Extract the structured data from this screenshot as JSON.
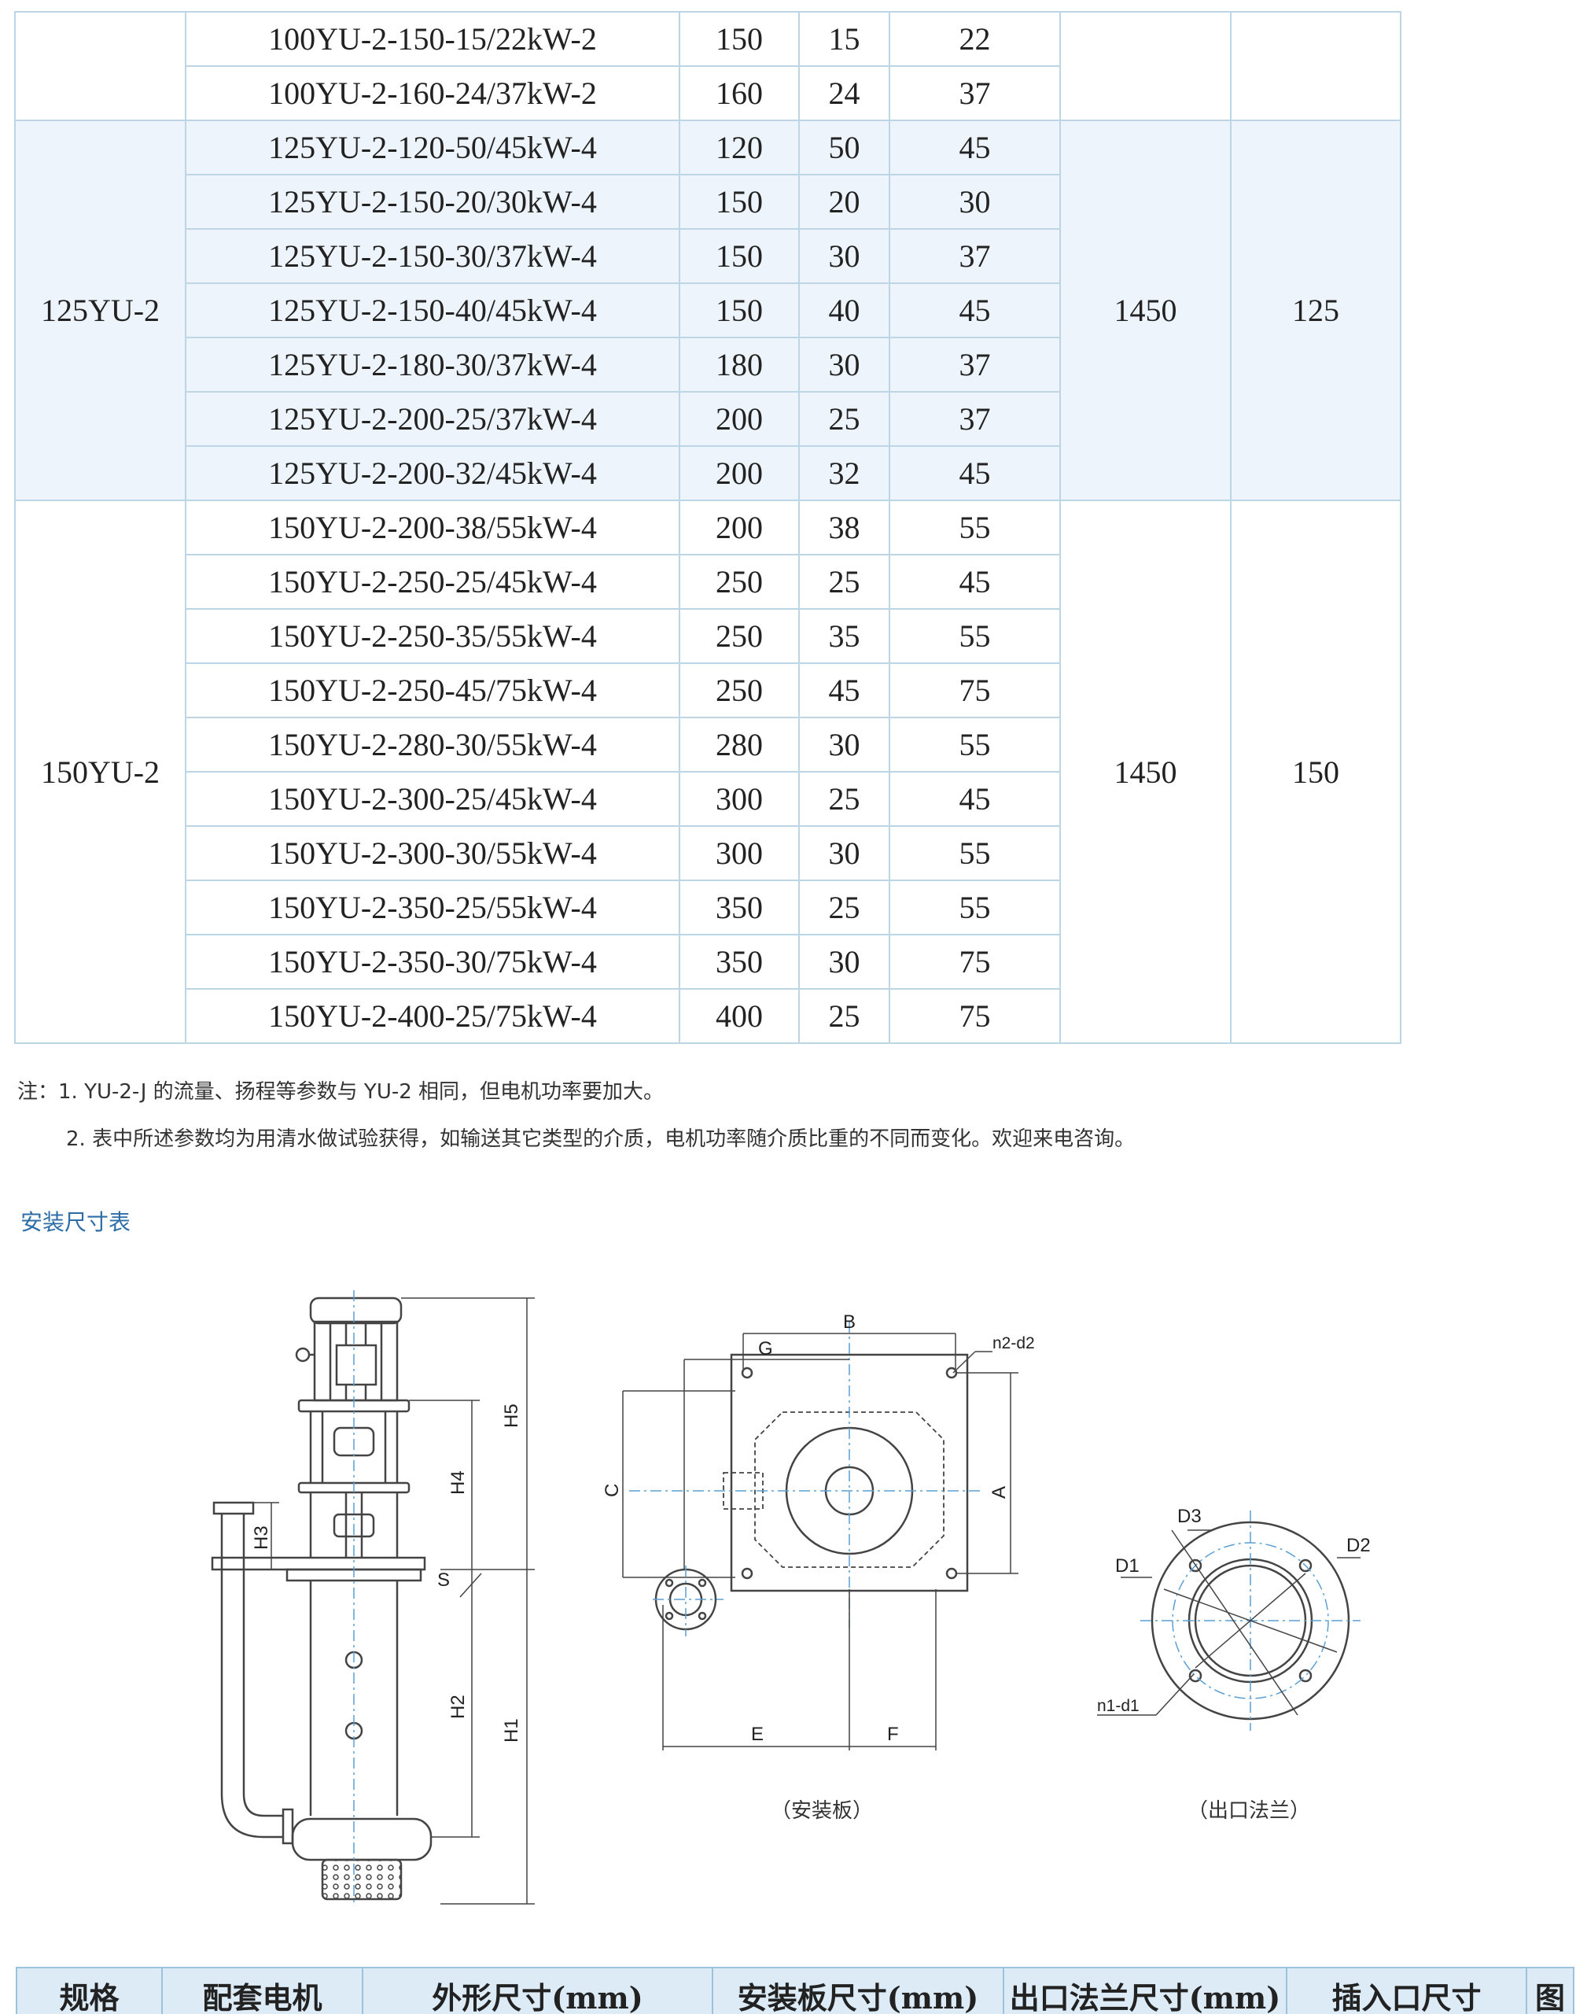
{
  "spec_table": {
    "groups": [
      {
        "name": "",
        "speed": "",
        "inlet": "",
        "shaded": false,
        "rows": [
          {
            "model": "100YU-2-150-15/22kW-2",
            "flow": "150",
            "head": "15",
            "power": "22"
          },
          {
            "model": "100YU-2-160-24/37kW-2",
            "flow": "160",
            "head": "24",
            "power": "37"
          }
        ]
      },
      {
        "name": "125YU-2",
        "speed": "1450",
        "inlet": "125",
        "shaded": true,
        "rows": [
          {
            "model": "125YU-2-120-50/45kW-4",
            "flow": "120",
            "head": "50",
            "power": "45"
          },
          {
            "model": "125YU-2-150-20/30kW-4",
            "flow": "150",
            "head": "20",
            "power": "30"
          },
          {
            "model": "125YU-2-150-30/37kW-4",
            "flow": "150",
            "head": "30",
            "power": "37"
          },
          {
            "model": "125YU-2-150-40/45kW-4",
            "flow": "150",
            "head": "40",
            "power": "45"
          },
          {
            "model": "125YU-2-180-30/37kW-4",
            "flow": "180",
            "head": "30",
            "power": "37"
          },
          {
            "model": "125YU-2-200-25/37kW-4",
            "flow": "200",
            "head": "25",
            "power": "37"
          },
          {
            "model": "125YU-2-200-32/45kW-4",
            "flow": "200",
            "head": "32",
            "power": "45"
          }
        ]
      },
      {
        "name": "150YU-2",
        "speed": "1450",
        "inlet": "150",
        "shaded": false,
        "rows": [
          {
            "model": "150YU-2-200-38/55kW-4",
            "flow": "200",
            "head": "38",
            "power": "55"
          },
          {
            "model": "150YU-2-250-25/45kW-4",
            "flow": "250",
            "head": "25",
            "power": "45"
          },
          {
            "model": "150YU-2-250-35/55kW-4",
            "flow": "250",
            "head": "35",
            "power": "55"
          },
          {
            "model": "150YU-2-250-45/75kW-4",
            "flow": "250",
            "head": "45",
            "power": "75"
          },
          {
            "model": "150YU-2-280-30/55kW-4",
            "flow": "280",
            "head": "30",
            "power": "55"
          },
          {
            "model": "150YU-2-300-25/45kW-4",
            "flow": "300",
            "head": "25",
            "power": "45"
          },
          {
            "model": "150YU-2-300-30/55kW-4",
            "flow": "300",
            "head": "30",
            "power": "55"
          },
          {
            "model": "150YU-2-350-25/55kW-4",
            "flow": "350",
            "head": "25",
            "power": "55"
          },
          {
            "model": "150YU-2-350-30/75kW-4",
            "flow": "350",
            "head": "30",
            "power": "75"
          },
          {
            "model": "150YU-2-400-25/75kW-4",
            "flow": "400",
            "head": "25",
            "power": "75"
          }
        ]
      }
    ]
  },
  "notes": {
    "line1": "注：1. YU-2-J 的流量、扬程等参数与 YU-2 相同，但电机功率要加大。",
    "line2": "2. 表中所述参数均为用清水做试验获得，如输送其它类型的介质，电机功率随介质比重的不同而变化。欢迎来电咨询。"
  },
  "section_title": "安装尺寸表",
  "drawing": {
    "labels": {
      "H5": "H5",
      "H4": "H4",
      "H3": "H3",
      "H2": "H2",
      "H1": "H1",
      "S": "S",
      "B": "B",
      "G": "G",
      "C": "C",
      "A": "A",
      "E": "E",
      "F": "F",
      "n2d2": "n2-d2",
      "D3": "D3",
      "D2": "D2",
      "D1": "D1",
      "n1d1": "n1-d1"
    },
    "caption_plate": "（安装板）",
    "caption_flange": "（出口法兰）",
    "line_color": "#444444",
    "centerline_color": "#5a9fd4"
  },
  "dim_header": [
    "规格",
    "配套电机",
    "外形尺寸(mm)",
    "安装板尺寸(mm)",
    "出口法兰尺寸(mm)",
    "插入口尺寸",
    "图"
  ]
}
